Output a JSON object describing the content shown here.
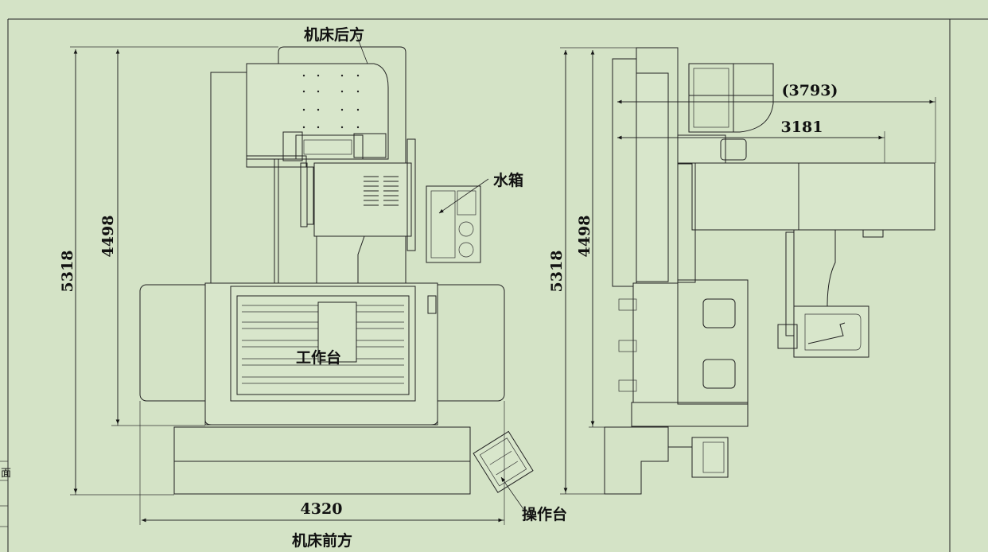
{
  "labels": {
    "rear": "机床后方",
    "front": "机床前方",
    "water_tank": "水箱",
    "worktable": "工作台",
    "operator_panel": "操作台"
  },
  "dimensions": {
    "front_total_height": "5318",
    "front_upper_height": "4498",
    "front_width": "4320",
    "side_total_height": "5318",
    "side_upper_height": "4498",
    "side_depth_ref": "(3793)",
    "side_depth": "3181"
  },
  "edge_text": "面"
}
